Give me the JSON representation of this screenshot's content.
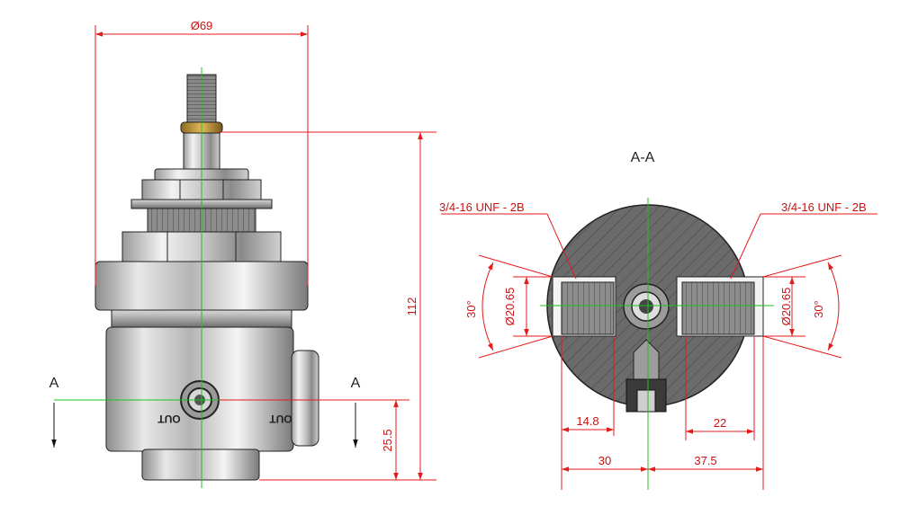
{
  "drawing": {
    "section_title": "A-A",
    "section_marker": "A",
    "out_label": "OUT",
    "dims": {
      "dia_body": "Ø69",
      "height_total": "112",
      "height_out": "25.5",
      "thread_left": "3/4-16 UNF - 2B",
      "thread_right": "3/4-16 UNF - 2B",
      "angle_left": "30°",
      "angle_right": "30°",
      "dia_left": "Ø20.65",
      "dia_right": "Ø20.65",
      "depth_left": "14.8",
      "depth_right": "22",
      "offset_left": "30",
      "offset_right": "37.5"
    },
    "colors": {
      "dimension": "#e41b1b",
      "centerline": "#1ec21e",
      "metal_dark": "#6e6e6e",
      "metal_light": "#e6e6e6"
    }
  }
}
